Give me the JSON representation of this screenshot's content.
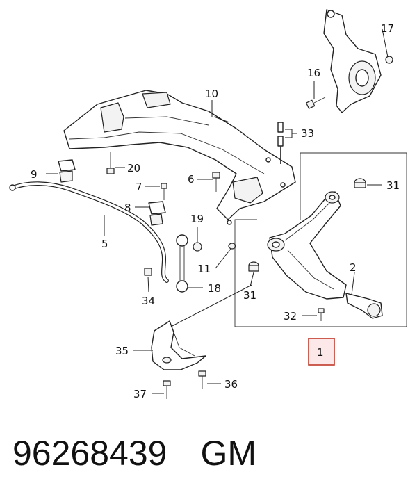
{
  "callouts": {
    "c1": "1",
    "c2": "2",
    "c5": "5",
    "c6": "6",
    "c7": "7",
    "c8": "8",
    "c9": "9",
    "c10": "10",
    "c11": "11",
    "c16": "16",
    "c17": "17",
    "c18": "18",
    "c19": "19",
    "c20": "20",
    "c31a": "31",
    "c31b": "31",
    "c32": "32",
    "c33": "33",
    "c34": "34",
    "c35": "35",
    "c36": "36",
    "c37": "37"
  },
  "footer": {
    "part_number": "96268439",
    "brand": "GM"
  },
  "colors": {
    "highlight_box": "#c0392b",
    "highlight_fill": "#fce8e8",
    "line": "#222222"
  }
}
